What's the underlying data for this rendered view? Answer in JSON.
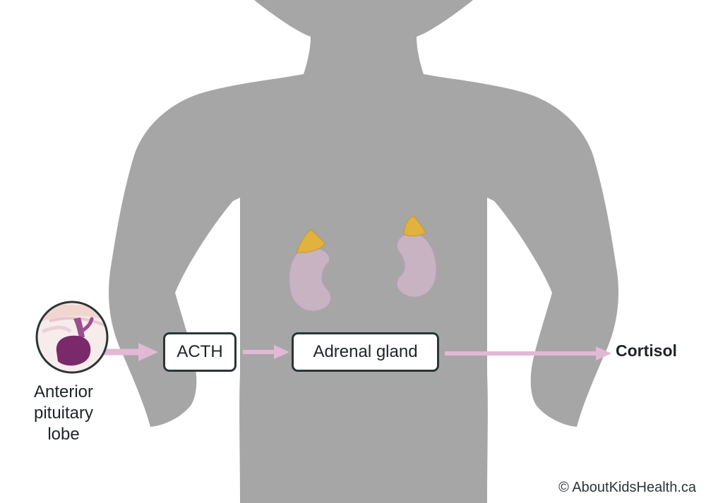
{
  "diagram": {
    "source_label": [
      "Anterior",
      "pituitary",
      "lobe"
    ],
    "hormone_label": "ACTH",
    "target_label": "Adrenal gland",
    "output_label": "Cortisol",
    "credit": "© AboutKidsHealth.ca"
  },
  "colors": {
    "silhouette": "#a6a6a6",
    "arrow": "#e2b8d4",
    "box_border": "#2b3538",
    "adrenal": "#e0b23e",
    "kidney": "#c8b3c2",
    "pituitary": "#7a2a6a"
  }
}
